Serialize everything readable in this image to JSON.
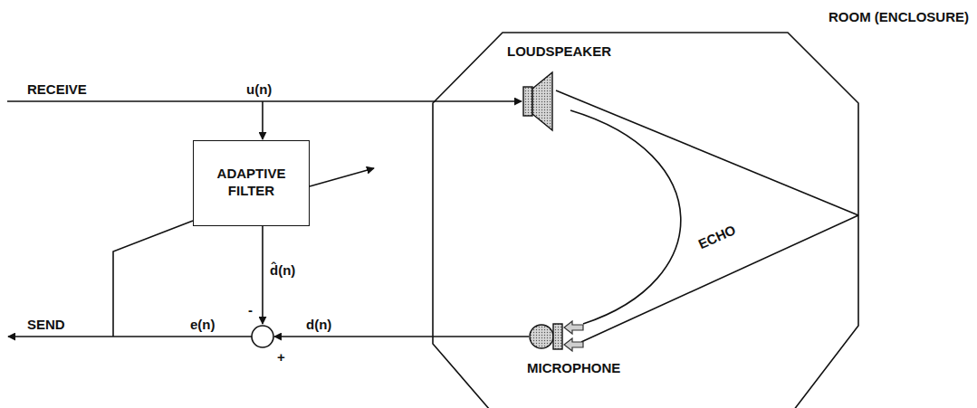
{
  "diagram": {
    "nodes": [
      {
        "text": [
          "ADAPTIVE FILTER"
        ]
      },
      {
        "text": [
          "ROOM (ENCLOSURE)"
        ]
      }
    ],
    "labels": [
      "RECEIVE",
      "u(n)",
      "LOUDSPEAKER",
      "ECHO",
      "MICROPHONE",
      "SEND",
      "e(n)",
      "d(n)",
      "d̂(n)",
      "-",
      "+"
    ]
  }
}
